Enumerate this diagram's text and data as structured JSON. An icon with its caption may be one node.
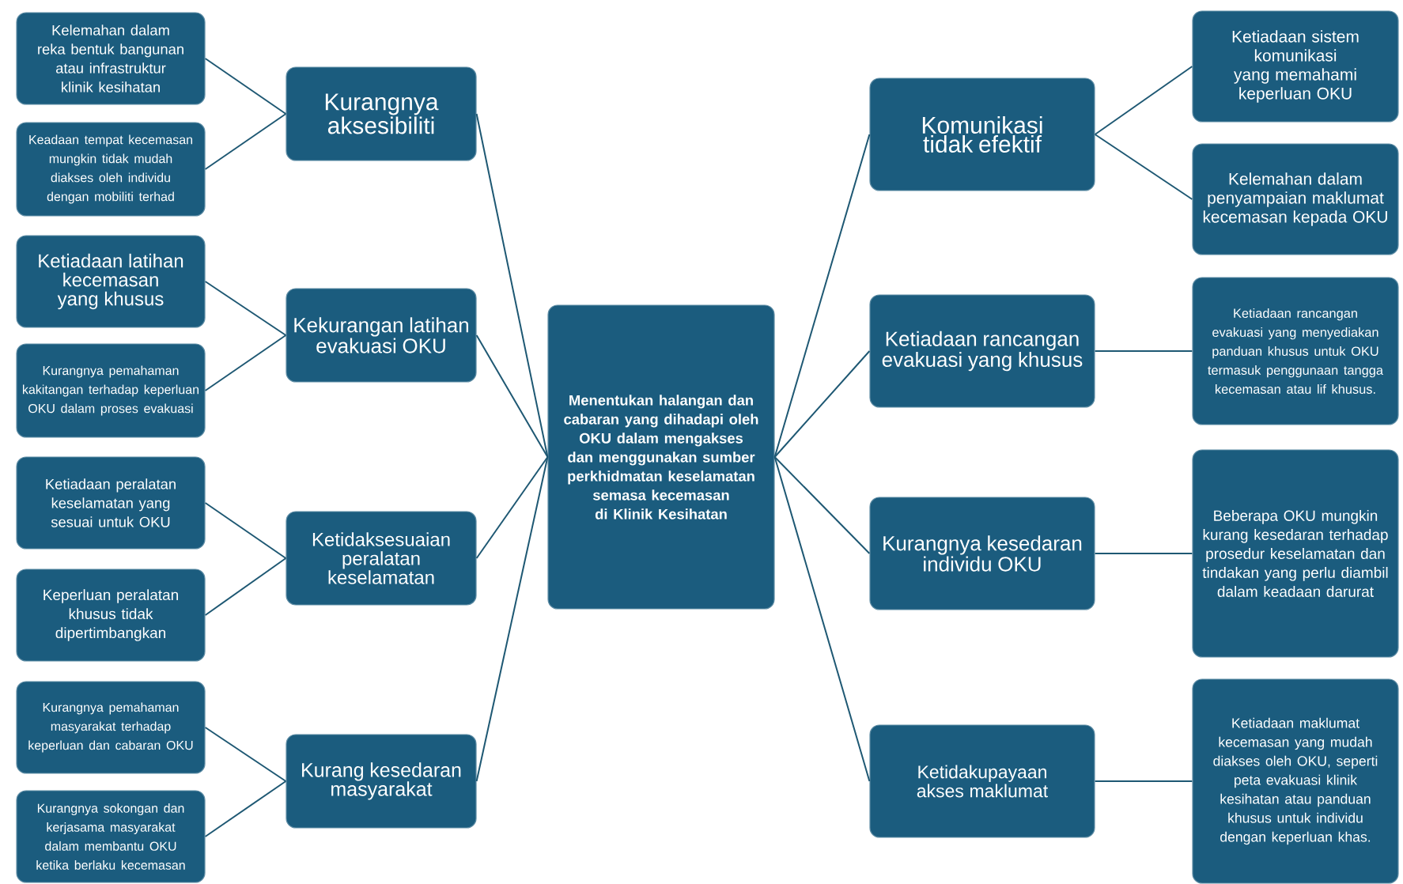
{
  "diagram": {
    "nodes": [
      {
        "text": [
          "Menentukan halangan dan cabaran yang dihadapi oleh OKU dalam mengakses dan menggunakan sumber perkhidmatan keselamatan semasa kecemasan di Klinik Kesihatan"
        ]
      },
      {
        "text": [
          "Kurangnya aksesibiliti"
        ]
      },
      {
        "text": [
          "Kekurangan latihan evakuasi OKU"
        ]
      },
      {
        "text": [
          "Ketidaksesuaian peralatan keselamatan"
        ]
      },
      {
        "text": [
          "Kurang kesedaran masyarakat"
        ]
      },
      {
        "text": [
          "Kelemahan dalam reka bentuk bangunan atau infrastruktur klinik kesihatan"
        ]
      },
      {
        "text": [
          "Keadaan tempat kecemasan mungkin tidak mudah diakses oleh individu dengan mobiliti terhad"
        ]
      },
      {
        "text": [
          "Ketiadaan latihan kecemasan yang khusus"
        ]
      },
      {
        "text": [
          "Kurangnya pemahaman kakitangan terhadap keperluan OKU dalam proses evakuasi"
        ]
      },
      {
        "text": [
          "Ketiadaan peralatan keselamatan yang sesuai untuk OKU"
        ]
      },
      {
        "text": [
          "Keperluan peralatan khusus tidak dipertimbangkan"
        ]
      },
      {
        "text": [
          "Kurangnya pemahaman masyarakat terhadap keperluan dan cabaran OKU"
        ]
      },
      {
        "text": [
          "Kurangnya sokongan dan kerjasama masyarakat dalam membantu OKU ketika berlaku kecemasan"
        ]
      },
      {
        "text": [
          "Komunikasi tidak efektif"
        ]
      },
      {
        "text": [
          "Ketiadaan rancangan evakuasi yang khusus"
        ]
      },
      {
        "text": [
          "Kurangnya kesedaran individu OKU"
        ]
      },
      {
        "text": [
          "Ketidakupayaan akses maklumat"
        ]
      },
      {
        "text": [
          "Ketiadaan sistem komunikasi yang memahami keperluan OKU"
        ]
      },
      {
        "text": [
          "Kelemahan dalam penyampaian maklumat kecemasan kepada OKU"
        ]
      },
      {
        "text": [
          "Ketiadaan rancangan evakuasi yang menyediakan panduan khusus untuk OKU termasuk penggunaan tangga kecemasan atau lif khusus."
        ]
      },
      {
        "text": [
          "Beberapa OKU mungkin kurang kesedaran terhadap prosedur keselamatan dan tindakan yang perlu diambil dalam keadaan darurat"
        ]
      },
      {
        "text": [
          "Ketiadaan maklumat kecemasan yang mudah diakses oleh OKU, seperti peta evakuasi klinik kesihatan atau panduan khusus untuk individu dengan keperluan khas."
        ]
      }
    ],
    "edges": [
      {
        "from": 0,
        "to": 1,
        "arrow": "none"
      },
      {
        "from": 0,
        "to": 2,
        "arrow": "none"
      },
      {
        "from": 0,
        "to": 3,
        "arrow": "none"
      },
      {
        "from": 0,
        "to": 4,
        "arrow": "none"
      },
      {
        "from": 1,
        "to": 5,
        "arrow": "none"
      },
      {
        "from": 1,
        "to": 6,
        "arrow": "none"
      },
      {
        "from": 2,
        "to": 7,
        "arrow": "none"
      },
      {
        "from": 2,
        "to": 8,
        "arrow": "none"
      },
      {
        "from": 3,
        "to": 9,
        "arrow": "none"
      },
      {
        "from": 3,
        "to": 10,
        "arrow": "none"
      },
      {
        "from": 4,
        "to": 11,
        "arrow": "none"
      },
      {
        "from": 4,
        "to": 12,
        "arrow": "none"
      },
      {
        "from": 0,
        "to": 13,
        "arrow": "none"
      },
      {
        "from": 0,
        "to": 14,
        "arrow": "none"
      },
      {
        "from": 0,
        "to": 15,
        "arrow": "none"
      },
      {
        "from": 0,
        "to": 16,
        "arrow": "none"
      },
      {
        "from": 13,
        "to": 17,
        "arrow": "none"
      },
      {
        "from": 13,
        "to": 18,
        "arrow": "none"
      },
      {
        "from": 14,
        "to": 19,
        "arrow": "none"
      },
      {
        "from": 15,
        "to": 20,
        "arrow": "none"
      },
      {
        "from": 16,
        "to": 21,
        "arrow": "none"
      }
    ]
  }
}
